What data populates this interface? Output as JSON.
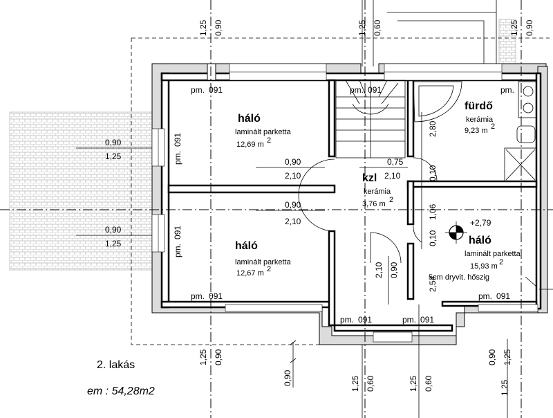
{
  "rooms": {
    "halo_top": {
      "name": "háló",
      "floor": "laminált parketta",
      "area": "12,69 m",
      "sup": "2"
    },
    "halo_bottom": {
      "name": "háló",
      "floor": "laminált parketta",
      "area": "12,67 m",
      "sup": "2"
    },
    "furdo": {
      "name": "fürdő",
      "floor": "kerámia",
      "area": "9,23 m",
      "sup": "2"
    },
    "kzl": {
      "name": "kzl",
      "floor": "kerámia",
      "area": "3,76 m",
      "sup": "2"
    },
    "halo_right": {
      "name": "háló",
      "floor": "laminált parketta",
      "area": "15,93 m",
      "sup": "2"
    }
  },
  "level": "+2,79",
  "insulation_note": "5cm dryvit. hőszig",
  "pm_label": "pm.",
  "pm_value": "091",
  "dims": {
    "d090": "0,90",
    "d125": "1,25",
    "d060": "0,60",
    "d210": "2,10",
    "d075": "0,75",
    "d280": "2,80",
    "d010": "0,10",
    "d106": "1,06",
    "d254": "2,54",
    "d0010": "0,10"
  },
  "caption": {
    "title": "2. lakás",
    "area": "em :  54,28m2"
  }
}
